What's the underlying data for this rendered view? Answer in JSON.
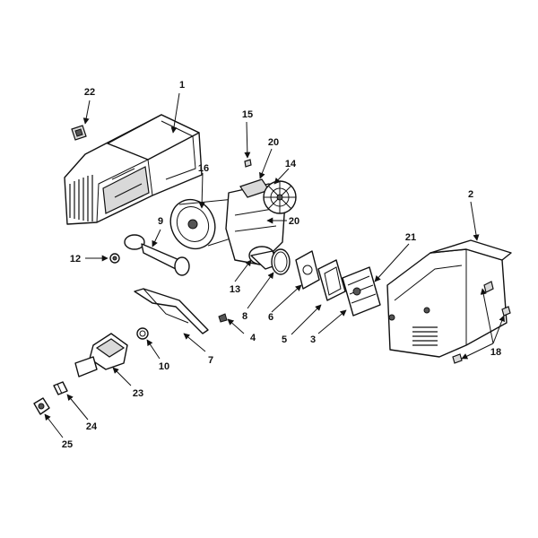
{
  "callouts": [
    {
      "id": "1",
      "label": "1"
    },
    {
      "id": "2",
      "label": "2"
    },
    {
      "id": "3",
      "label": "3"
    },
    {
      "id": "4",
      "label": "4"
    },
    {
      "id": "5",
      "label": "5"
    },
    {
      "id": "6",
      "label": "6"
    },
    {
      "id": "7",
      "label": "7"
    },
    {
      "id": "8",
      "label": "8"
    },
    {
      "id": "9",
      "label": "9"
    },
    {
      "id": "10",
      "label": "10"
    },
    {
      "id": "12",
      "label": "12"
    },
    {
      "id": "13",
      "label": "13"
    },
    {
      "id": "14",
      "label": "14"
    },
    {
      "id": "15",
      "label": "15"
    },
    {
      "id": "16",
      "label": "16"
    },
    {
      "id": "18",
      "label": "18"
    },
    {
      "id": "20a",
      "label": "20"
    },
    {
      "id": "20b",
      "label": "20"
    },
    {
      "id": "21",
      "label": "21"
    },
    {
      "id": "22",
      "label": "22"
    },
    {
      "id": "23",
      "label": "23"
    },
    {
      "id": "24",
      "label": "24"
    },
    {
      "id": "25",
      "label": "25"
    }
  ]
}
